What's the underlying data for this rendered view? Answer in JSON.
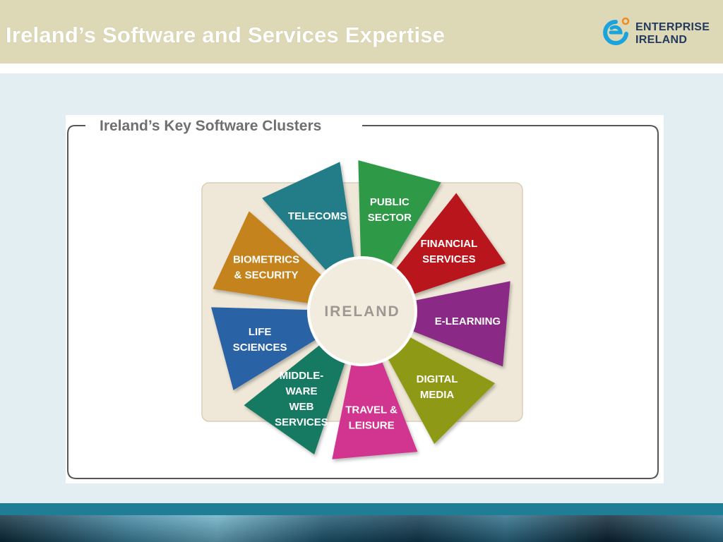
{
  "slide": {
    "title": "Ireland’s Software and Services Expertise"
  },
  "logo": {
    "line1": "ENTERPRISE",
    "line2": "IRELAND",
    "colors": {
      "mark": "#1aa3dc",
      "dot": "#f08a24",
      "text": "#233a5e"
    }
  },
  "diagram": {
    "heading": "Ireland’s Key Software Clusters",
    "center_label": "IRELAND",
    "segments": [
      {
        "id": "public-sector",
        "lines": [
          "PUBLIC",
          "SECTOR"
        ],
        "color": "#2f9a47"
      },
      {
        "id": "financial-services",
        "lines": [
          "FINANCIAL",
          "SERVICES"
        ],
        "color": "#b8141d"
      },
      {
        "id": "e-learning",
        "lines": [
          "E-LEARNING"
        ],
        "color": "#8a2c86"
      },
      {
        "id": "digital-media",
        "lines": [
          "DIGITAL",
          "MEDIA"
        ],
        "color": "#8e9a12"
      },
      {
        "id": "travel-leisure",
        "lines": [
          "TRAVEL &",
          "LEISURE"
        ],
        "color": "#d1358f"
      },
      {
        "id": "middleware-web-services",
        "lines": [
          "MIDDLE-",
          "WARE",
          "WEB",
          "SERVICES"
        ],
        "color": "#137a62"
      },
      {
        "id": "life-sciences",
        "lines": [
          "LIFE",
          "SCIENCES"
        ],
        "color": "#2c62a6"
      },
      {
        "id": "biometrics-security",
        "lines": [
          "BIOMETRICS",
          "& SECURITY"
        ],
        "color": "#c4831f"
      },
      {
        "id": "telecoms",
        "lines": [
          "TELECOMS"
        ],
        "color": "#227d88"
      }
    ]
  }
}
